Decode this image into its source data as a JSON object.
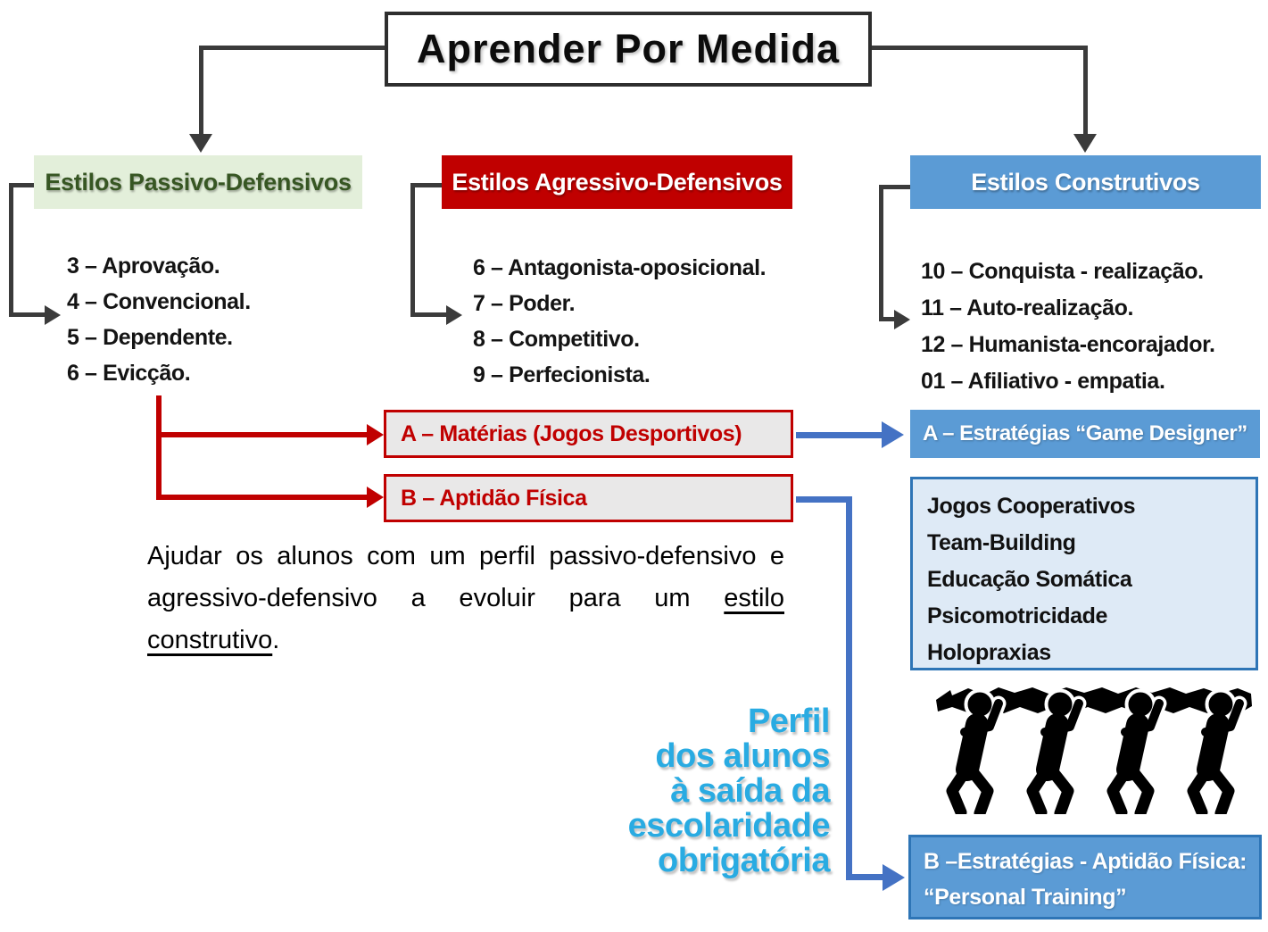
{
  "title": "Aprender Por Medida",
  "columns": {
    "passive": {
      "header": "Estilos Passivo-Defensivos",
      "items": [
        "3 – Aprovação.",
        "4 – Convencional.",
        "5 – Dependente.",
        "6 – Evicção."
      ]
    },
    "aggressive": {
      "header": "Estilos Agressivo-Defensivos",
      "items": [
        "6 – Antagonista-oposicional.",
        "7 – Poder.",
        "8 – Competitivo.",
        "9 – Perfecionista."
      ]
    },
    "constructive": {
      "header": "Estilos Construtivos",
      "items": [
        "10 – Conquista - realização.",
        "11 – Auto-realização.",
        "12 – Humanista-encorajador.",
        "01 – Afiliativo - empatia."
      ]
    }
  },
  "middle": {
    "box_a": "A – Matérias (Jogos Desportivos)",
    "box_b": "B – Aptidão Física",
    "paragraph": {
      "line1": "Ajudar os alunos com um perfil passivo-defensivo e",
      "line2_pre": "agressivo-defensivo a evoluir para um",
      "line2_underlined": "estilo",
      "line3_underlined": "construtivo",
      "line3_post": "."
    },
    "profile_note_lines": [
      "Perfil",
      "dos alunos",
      "à saída da",
      "escolaridade",
      "obrigatória"
    ]
  },
  "right": {
    "a_header": "A – Estratégias “Game Designer”",
    "strategies": [
      "Jogos Cooperativos",
      "Team-Building",
      "Educação Somática",
      "Psicomotricidade",
      "Holopraxias"
    ],
    "b_line1": "B –Estratégias - Aptidão Física:",
    "b_line2": "“Personal Training”"
  },
  "icons": {
    "teamwork": "teamwork-carrying-beam-silhouette"
  },
  "colors": {
    "dark_line": "#3B3B3B",
    "red": "#C00000",
    "header_blue": "#5B9BD5",
    "arrow_blue": "#4472C4",
    "green_bg": "#E3EFDA",
    "green_text": "#375623",
    "panel_blue_bg": "#DEEAF6",
    "panel_blue_border": "#2E75B6",
    "gray_box_bg": "#E9E8E8",
    "profile_text": "#29ABE2"
  }
}
